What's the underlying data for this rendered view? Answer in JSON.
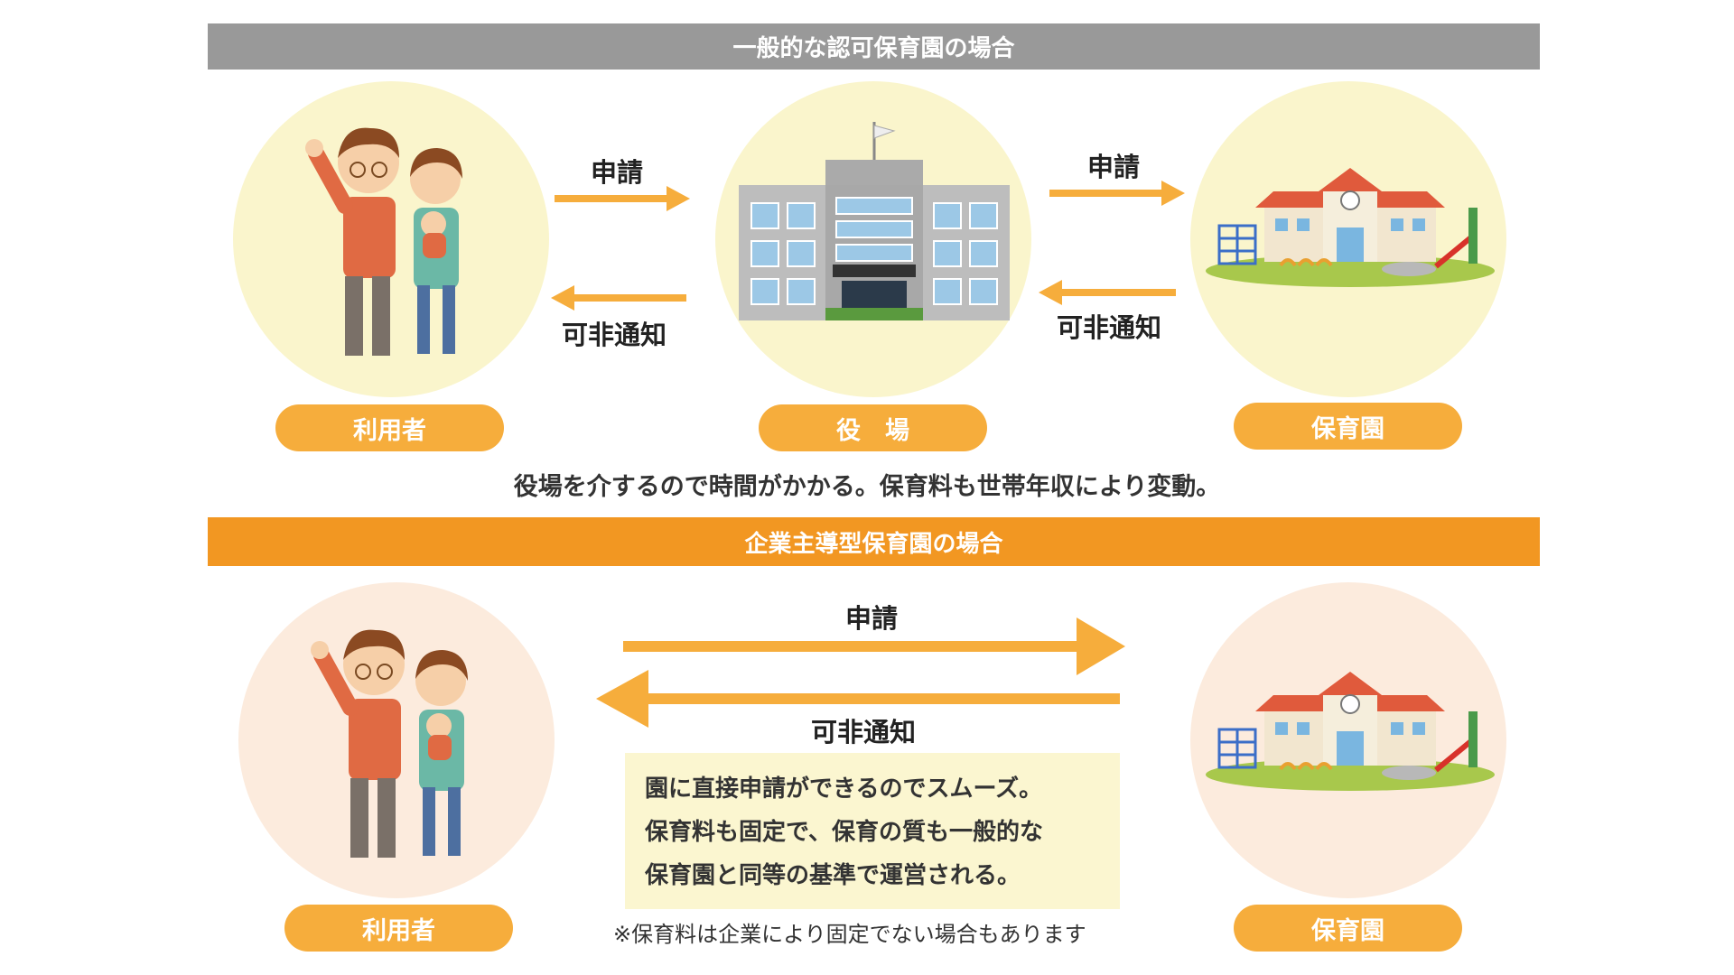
{
  "section1": {
    "title": "一般的な認可保育園の場合",
    "arrow_apply_left": "申請",
    "arrow_notice_left": "可非通知",
    "arrow_apply_right": "申請",
    "arrow_notice_right": "可非通知",
    "label_user": "利用者",
    "label_office": "役　場",
    "label_nursery": "保育園",
    "caption": "役場を介するので時間がかかる。保育料も世帯年収により変動。"
  },
  "section2": {
    "title": "企業主導型保育園の場合",
    "arrow_apply": "申請",
    "arrow_notice": "可非通知",
    "note_lines": [
      "園に直接申請ができるのでスムーズ。",
      "保育料も固定で、保育の質も一般的な",
      "保育園と同等の基準で運営される。"
    ],
    "footnote": "※保育料は企業により固定でない場合もあります",
    "label_user": "利用者",
    "label_nursery": "保育園"
  },
  "colors": {
    "gray_bar": "#999999",
    "orange_bar": "#f29722",
    "arrow": "#f6ad3c",
    "pill": "#f6ad3c",
    "circle_yellow": "#faf5cc",
    "circle_peach": "#fcebdd"
  }
}
